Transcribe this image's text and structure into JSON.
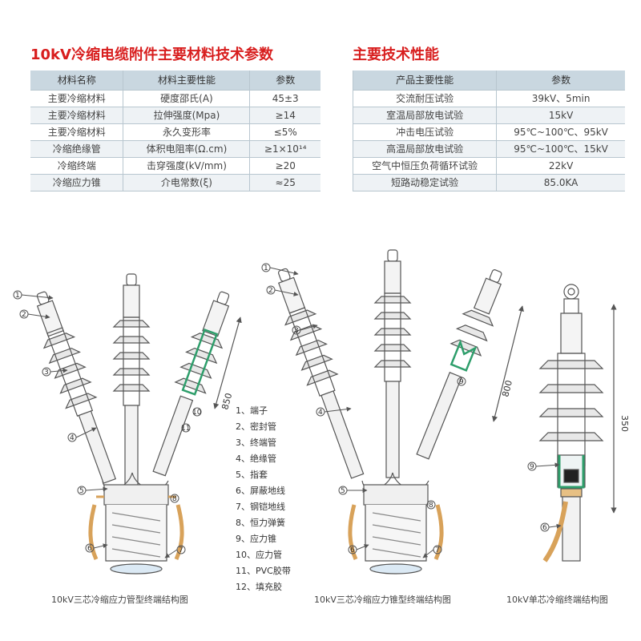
{
  "table1": {
    "title": "10kV冷缩电缆附件主要材料技术参数",
    "headers": [
      "材料名称",
      "材料主要性能",
      "参数"
    ],
    "rows": [
      [
        "主要冷缩材料",
        "硬度邵氏(A)",
        "45±3"
      ],
      [
        "主要冷缩材料",
        "拉伸强度(Mpa)",
        "≥14"
      ],
      [
        "主要冷缩材料",
        "永久变形率",
        "≤5%"
      ],
      [
        "冷缩绝缘管",
        "体积电阻率(Ω.cm)",
        "≥1×10¹⁴"
      ],
      [
        "冷缩终端",
        "击穿强度(kV/mm)",
        "≥20"
      ],
      [
        "冷缩应力锥",
        "介电常数(ξ)",
        "≈25"
      ]
    ]
  },
  "table2": {
    "title": "主要技术性能",
    "headers": [
      "产品主要性能",
      "参数"
    ],
    "rows": [
      [
        "交流耐压试验",
        "39kV、5min"
      ],
      [
        "室温局部放电试验",
        "15kV"
      ],
      [
        "冲击电压试验",
        "95℃~100℃、95kV"
      ],
      [
        "高温局部放电试验",
        "95℃~100℃、15kV"
      ],
      [
        "空气中恒压负荷循环试验",
        "22kV"
      ],
      [
        "短路动稳定试验",
        "85.0KA"
      ]
    ]
  },
  "legend": [
    "1、端子",
    "2、密封管",
    "3、终端管",
    "4、绝缘管",
    "5、指套",
    "6、屏蔽地线",
    "7、钢铠地线",
    "8、恒力弹簧",
    "9、应力锥",
    "10、应力管",
    "11、PVC胶带",
    "12、填充胶"
  ],
  "diagrams": {
    "d1": {
      "caption": "10kV三芯冷缩应力管型终端结构图",
      "dimension": "850"
    },
    "d2": {
      "caption": "10kV三芯冷缩应力锥型终端结构图",
      "dimension": "800"
    },
    "d3": {
      "caption": "10kV单芯冷缩终端结构图",
      "dimension": "350"
    }
  },
  "colors": {
    "title_red": "#d81e1e",
    "header_bg": "#c9d7e0",
    "stress_green": "#2e9e6b",
    "copper": "#d8a25a"
  }
}
